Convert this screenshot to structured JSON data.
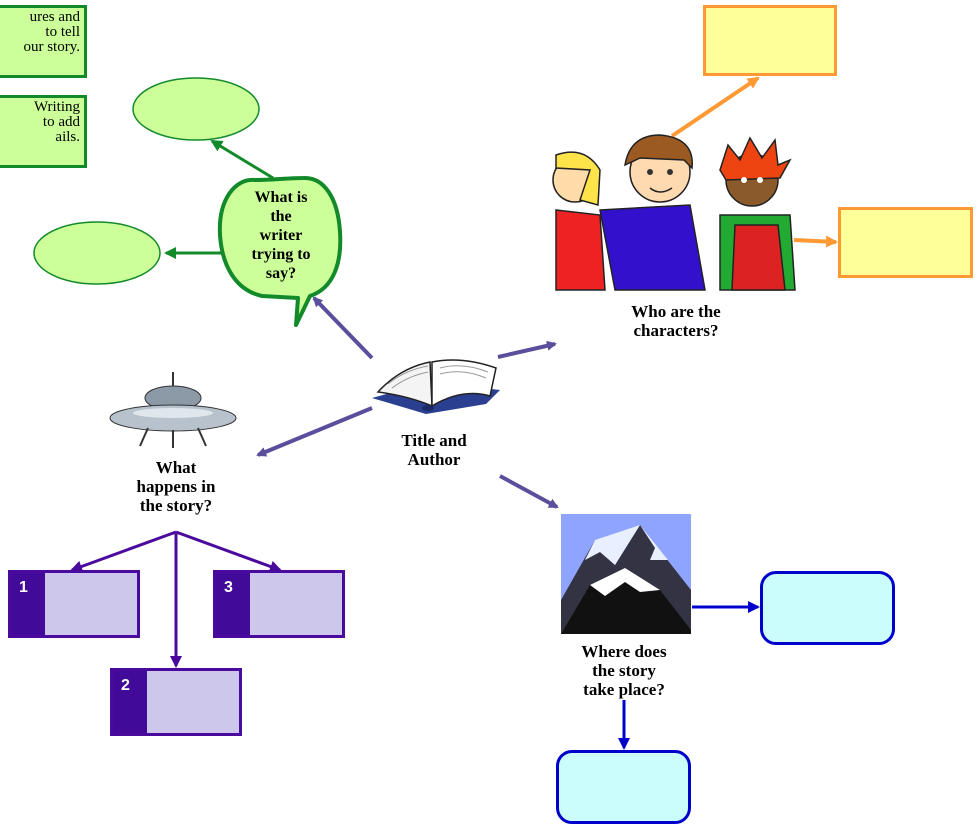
{
  "notes": {
    "note_1": "ures and\nto tell\nour story.",
    "note_2": "Writing\nto add\nails."
  },
  "center": {
    "label": "Title and\nAuthor"
  },
  "writer": {
    "label": "What is\nthe\nwriter\ntrying to\nsay?"
  },
  "characters": {
    "label": "Who are the\ncharacters?"
  },
  "plot": {
    "label": "What\nhappens in\nthe story?",
    "boxes": [
      "1",
      "2",
      "3"
    ]
  },
  "setting": {
    "label": "Where does\nthe story\ntake place?"
  },
  "colors": {
    "writer_green": "#138a2a",
    "oval_fill": "#ccff99",
    "center_arrow": "#5a4f9c",
    "character_arrow": "#ff9933",
    "plot_arrow": "#4b0a9e",
    "setting_arrow": "#0000cc"
  },
  "icons": [
    "open-book-icon",
    "flying-saucer-icon",
    "mountain-icon",
    "characters-clipart-icon"
  ]
}
